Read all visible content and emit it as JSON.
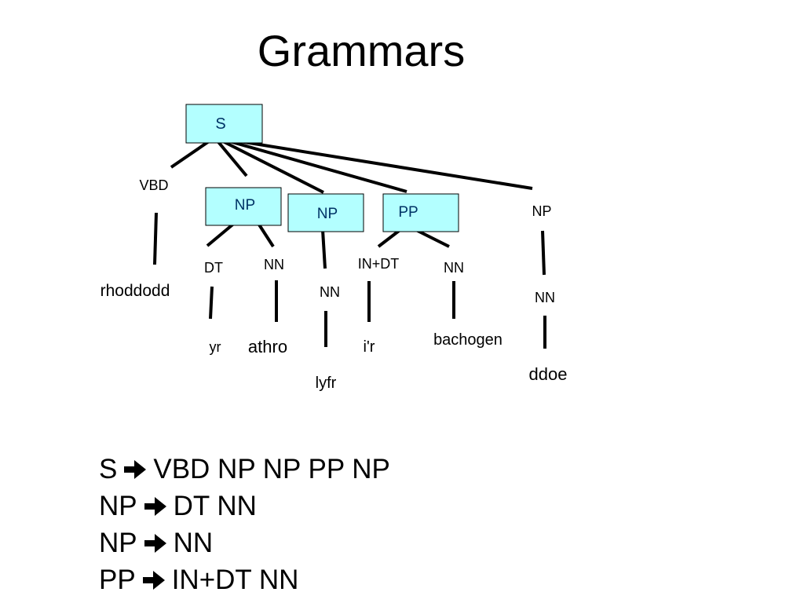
{
  "title": "Grammars",
  "tree": {
    "nodes": {
      "s": "S",
      "vbd": "VBD",
      "np1": "NP",
      "np2": "NP",
      "pp": "PP",
      "np3": "NP",
      "dt": "DT",
      "nn1": "NN",
      "nn2": "NN",
      "indt": "IN+DT",
      "nn3": "NN",
      "nn4": "NN"
    },
    "words": {
      "rhoddodd": "rhoddodd",
      "yr": "yr",
      "athro": "athro",
      "lyfr": "lyfr",
      "ir": "i'r",
      "bachogen": "bachogen",
      "ddoe": "ddoe"
    }
  },
  "rules": [
    {
      "lhs": "S",
      "rhs": "VBD NP NP PP NP"
    },
    {
      "lhs": "NP",
      "rhs": "DT NN"
    },
    {
      "lhs": "NP",
      "rhs": "NN"
    },
    {
      "lhs": "PP",
      "rhs": "IN+DT NN"
    }
  ],
  "colors": {
    "box_fill": "#b3ffff",
    "box_stroke": "#000000",
    "box_text": "#003366"
  }
}
